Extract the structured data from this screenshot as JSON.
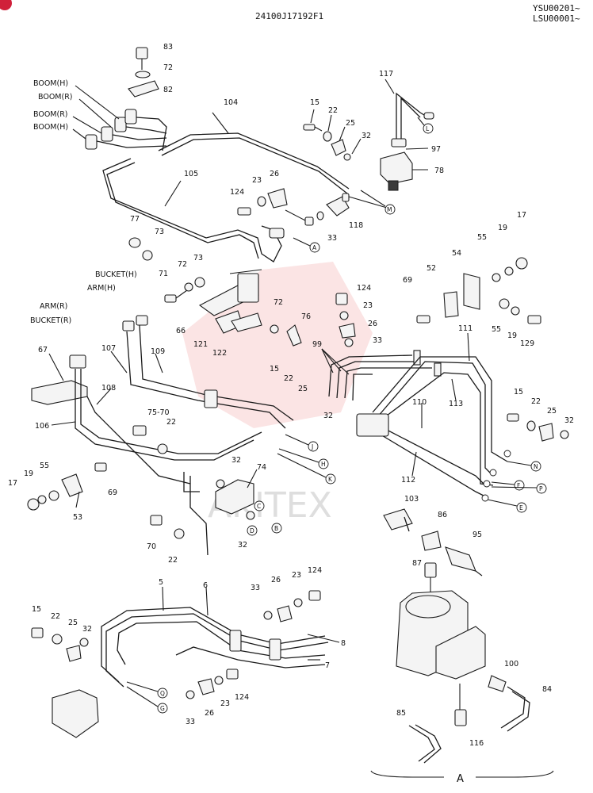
{
  "header": {
    "drawing_number": "24100J17192F1",
    "serial_1": "YSU00201~",
    "serial_2": "LSU00001~"
  },
  "watermark": {
    "text": "AKITEX",
    "color": "#e03030"
  },
  "labels": {
    "boom_h_1": "BOOM(H)",
    "boom_r_1": "BOOM(R)",
    "boom_r_2": "BOOM(R)",
    "boom_h_2": "BOOM(H)",
    "bucket_h": "BUCKET(H)",
    "arm_h": "ARM(H)",
    "arm_r": "ARM(R)",
    "bucket_r": "BUCKET(R)",
    "view_a": "A"
  },
  "part_numbers": {
    "p83": "83",
    "p72a": "72",
    "p82": "82",
    "p104": "104",
    "p105": "105",
    "p117": "117",
    "p15a": "15",
    "p22a": "22",
    "p25a": "25",
    "p32a": "32",
    "p97": "97",
    "p78": "78",
    "p23a": "23",
    "p26a": "26",
    "p124a": "124",
    "p118": "118",
    "p33a": "33",
    "p77": "77",
    "p73a": "73",
    "p72b": "72",
    "p73b": "73",
    "p71": "71",
    "p66": "66",
    "p121": "121",
    "p122": "122",
    "p72c": "72",
    "p76": "76",
    "p124b": "124",
    "p23b": "23",
    "p26b": "26",
    "p33b": "33",
    "p99": "99",
    "p52": "52",
    "p54": "54",
    "p55a": "55",
    "p19a": "19",
    "p17a": "17",
    "p69a": "69",
    "p55b": "55",
    "p19b": "19",
    "p129": "129",
    "p111": "111",
    "p113": "113",
    "p110": "110",
    "p112": "112",
    "p15c": "15",
    "p22c": "22",
    "p25c": "25",
    "p32c": "32",
    "p67": "67",
    "p107": "107",
    "p109": "109",
    "p108": "108",
    "p106": "106",
    "p15b": "15",
    "p22b": "22",
    "p25b": "25",
    "p32b": "32",
    "p75_70": "75-70",
    "p22d": "22",
    "p74": "74",
    "p32d": "32",
    "p32e": "32",
    "p70": "70",
    "p22e": "22",
    "p17b": "17",
    "p19c": "19",
    "p55c": "55",
    "p69b": "69",
    "p53": "53",
    "p103": "103",
    "p86": "86",
    "p95": "95",
    "p87": "87",
    "p100": "100",
    "p84": "84",
    "p85": "85",
    "p116": "116",
    "p5": "5",
    "p6": "6",
    "p33c": "33",
    "p26c": "26",
    "p23c": "23",
    "p124c": "124",
    "p8": "8",
    "p7": "7",
    "p15d": "15",
    "p22f": "22",
    "p25d": "25",
    "p32f": "32",
    "p33d": "33",
    "p26d": "26",
    "p23d": "23",
    "p124d": "124"
  },
  "connector_letters": {
    "L": "L",
    "M": "M",
    "A": "A",
    "J": "J",
    "H": "H",
    "K": "K",
    "C": "C",
    "B": "B",
    "D": "D",
    "N": "N",
    "F": "F",
    "P": "P",
    "E": "E",
    "Q": "Q",
    "G": "G"
  }
}
